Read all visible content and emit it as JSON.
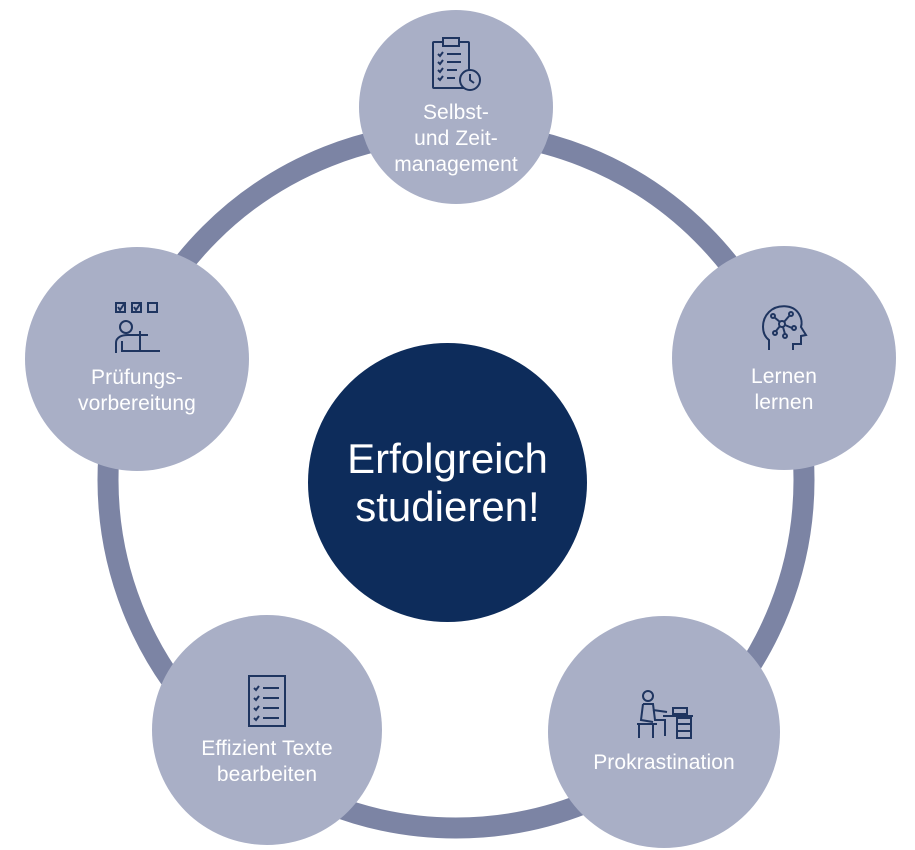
{
  "center": {
    "title": "Erfolgreich\nstudieren!"
  },
  "nodes": [
    {
      "label": "Selbst-\nund Zeit-\nmanagement",
      "icon": "clipboard-clock-icon"
    },
    {
      "label": "Lernen\nlernen",
      "icon": "brain-network-icon"
    },
    {
      "label": "Prokrastination",
      "icon": "person-at-desk-icon"
    },
    {
      "label": "Effizient Texte\nbearbeiten",
      "icon": "checklist-document-icon"
    },
    {
      "label": "Prüfungs-\nvorbereitung",
      "icon": "person-checkboxes-icon"
    }
  ],
  "colors": {
    "center": "#0d2c5b",
    "node": "#a9afc6",
    "ring": "#7c84a4",
    "icon": "#1f3560",
    "text": "#ffffff"
  }
}
